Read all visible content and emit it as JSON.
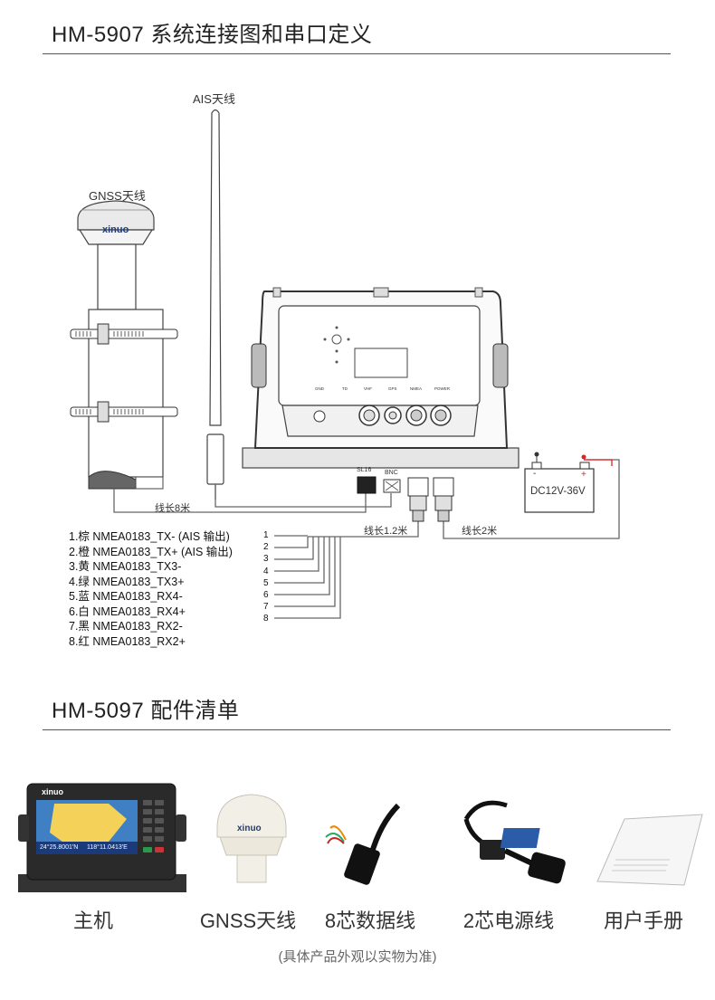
{
  "section1": {
    "title": "HM-5907 系统连接图和串口定义"
  },
  "diagram": {
    "ais_label": "AIS天线",
    "gnss_label": "GNSS天线",
    "logo_text": "xinuo",
    "ports": [
      "GND",
      "TD",
      "VHF",
      "GPS",
      "NMEA",
      "POWER"
    ],
    "connector_sl16": "SL16",
    "connector_bnc": "BNC",
    "cable_8m": "线长8米",
    "cable_12m": "线长1.2米",
    "cable_2m": "线长2米",
    "power_label": "DC12V-36V",
    "minus": "-",
    "plus": "+",
    "pin_numbers": [
      "1",
      "2",
      "3",
      "4",
      "5",
      "6",
      "7",
      "8"
    ],
    "wires": [
      "1.棕 NMEA0183_TX- (AIS 输出)",
      "2.橙 NMEA0183_TX+ (AIS 输出)",
      "3.黄 NMEA0183_TX3-",
      "4.绿 NMEA0183_TX3+",
      "5.蓝 NMEA0183_RX4-",
      "6.白 NMEA0183_RX4+",
      "7.黑 NMEA0183_RX2-",
      "8.红 NMEA0183_RX2+"
    ]
  },
  "section2": {
    "title": "HM-5097 配件清单"
  },
  "accessories": {
    "items": [
      "主机",
      "GNSS天线",
      "8芯数据线",
      "2芯电源线",
      "用户手册"
    ],
    "screen_coords": [
      "24°25.8001'N",
      "118°11.0413'E"
    ],
    "note": "(具体产品外观以实物为准)"
  }
}
